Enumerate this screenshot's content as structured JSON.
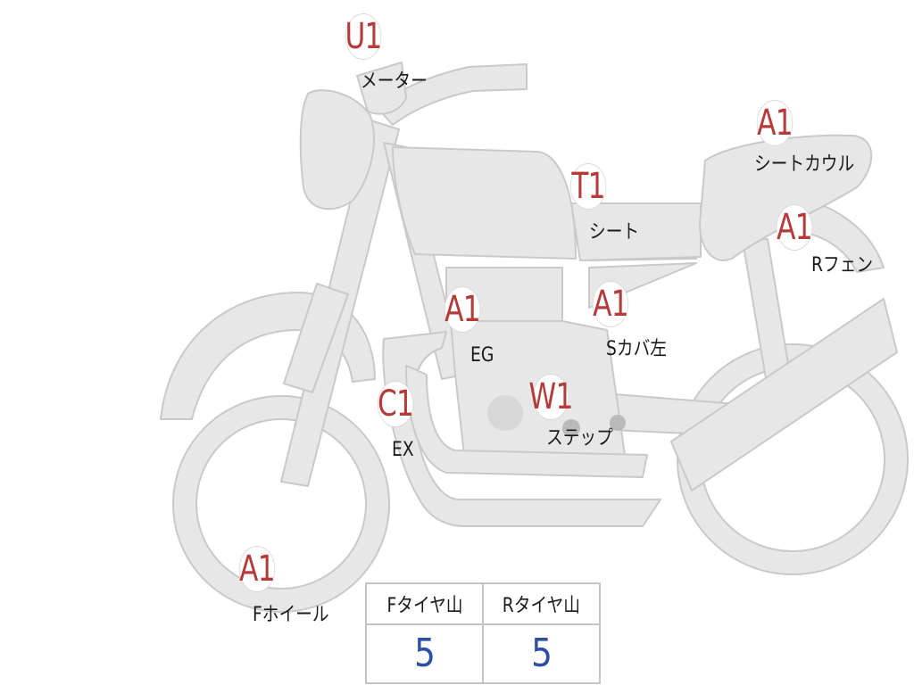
{
  "colors": {
    "body_fill": "#e6e7e6",
    "body_stroke": "#c8c9c8",
    "badge_text": "#b53a3a",
    "tread_value": "#2f4fa6",
    "label_text": "#1a1a1a"
  },
  "badges": [
    {
      "id": "meter",
      "code": "U1",
      "label": "メーター"
    },
    {
      "id": "seat-cowl",
      "code": "A1",
      "label": "シートカウル"
    },
    {
      "id": "seat",
      "code": "T1",
      "label": "シート"
    },
    {
      "id": "r-fender",
      "code": "A1",
      "label": "Rフェン"
    },
    {
      "id": "engine",
      "code": "A1",
      "label": "EG"
    },
    {
      "id": "side-cover-left",
      "code": "A1",
      "label": "Sカバ左"
    },
    {
      "id": "exhaust",
      "code": "C1",
      "label": "EX"
    },
    {
      "id": "step",
      "code": "W1",
      "label": "ステップ"
    },
    {
      "id": "front-wheel",
      "code": "A1",
      "label": "Fホイール"
    }
  ],
  "tread": {
    "headers": [
      "Fタイヤ山",
      "Rタイヤ山"
    ],
    "values": [
      "5",
      "5"
    ]
  }
}
